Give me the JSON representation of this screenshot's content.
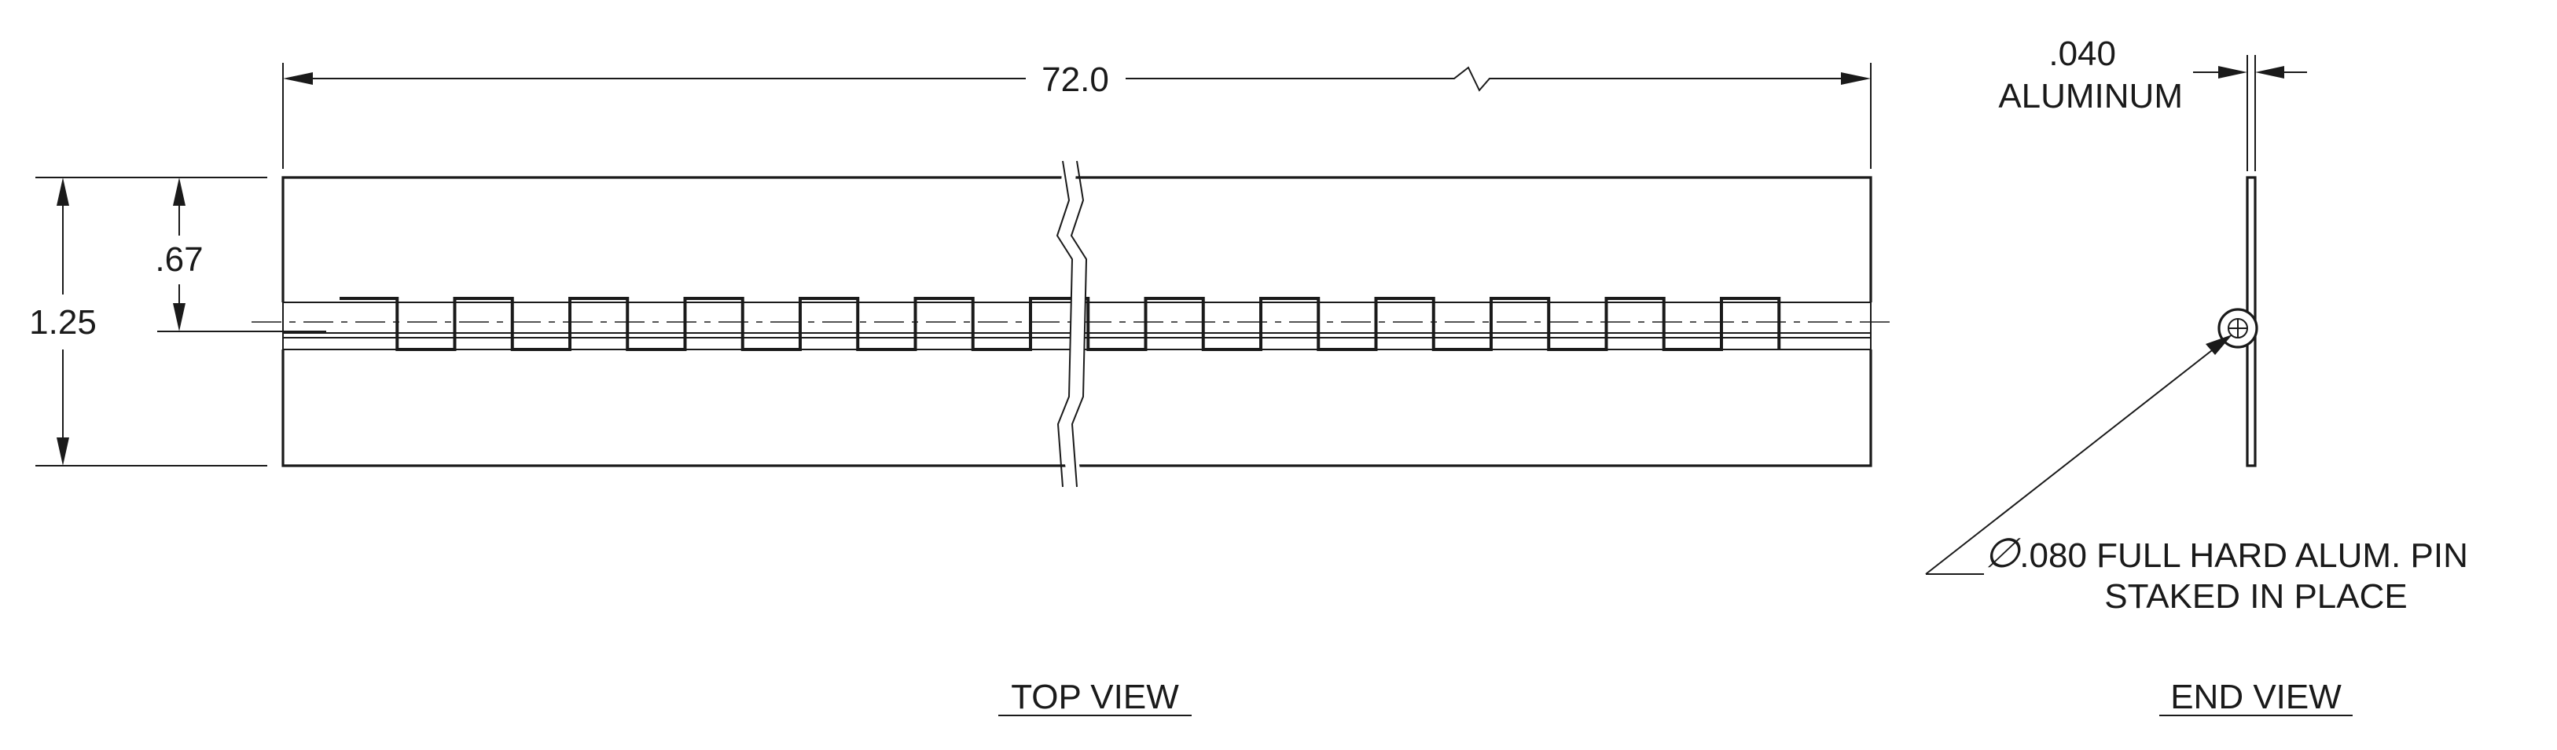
{
  "dimensions": {
    "overall_length": "72.0",
    "overall_width": "1.25",
    "leaf_to_centerline": ".67",
    "thickness": ".040",
    "material": "ALUMINUM"
  },
  "callout": {
    "line1_symbol": "∅",
    "line1_text": ".080 FULL HARD ALUM. PIN",
    "line2": "STAKED IN PLACE"
  },
  "views": {
    "top": "TOP VIEW",
    "end": "END VIEW"
  }
}
